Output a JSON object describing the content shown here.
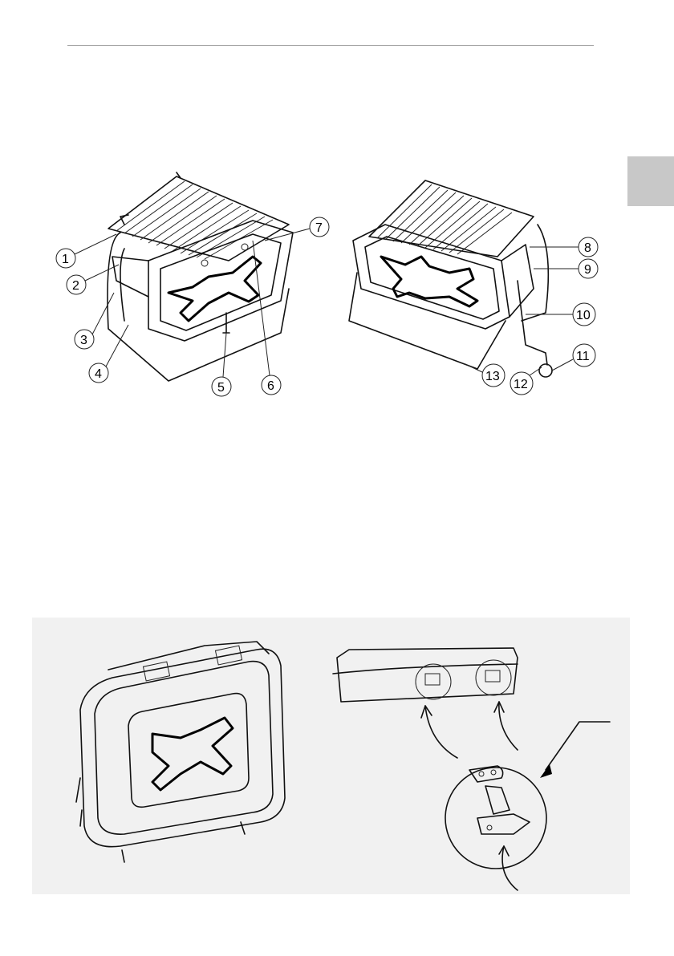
{
  "page": {
    "side_tab_color": "#c8c8c8",
    "panel_color": "#f1f1f1"
  },
  "figure_top": {
    "left_view_callouts": [
      "1",
      "2",
      "3",
      "4",
      "5",
      "6",
      "7"
    ],
    "right_view_callouts": [
      "8",
      "9",
      "10",
      "11",
      "12",
      "13"
    ]
  },
  "figure_bottom": {
    "views": [
      "closed-case",
      "latch-detail"
    ]
  }
}
